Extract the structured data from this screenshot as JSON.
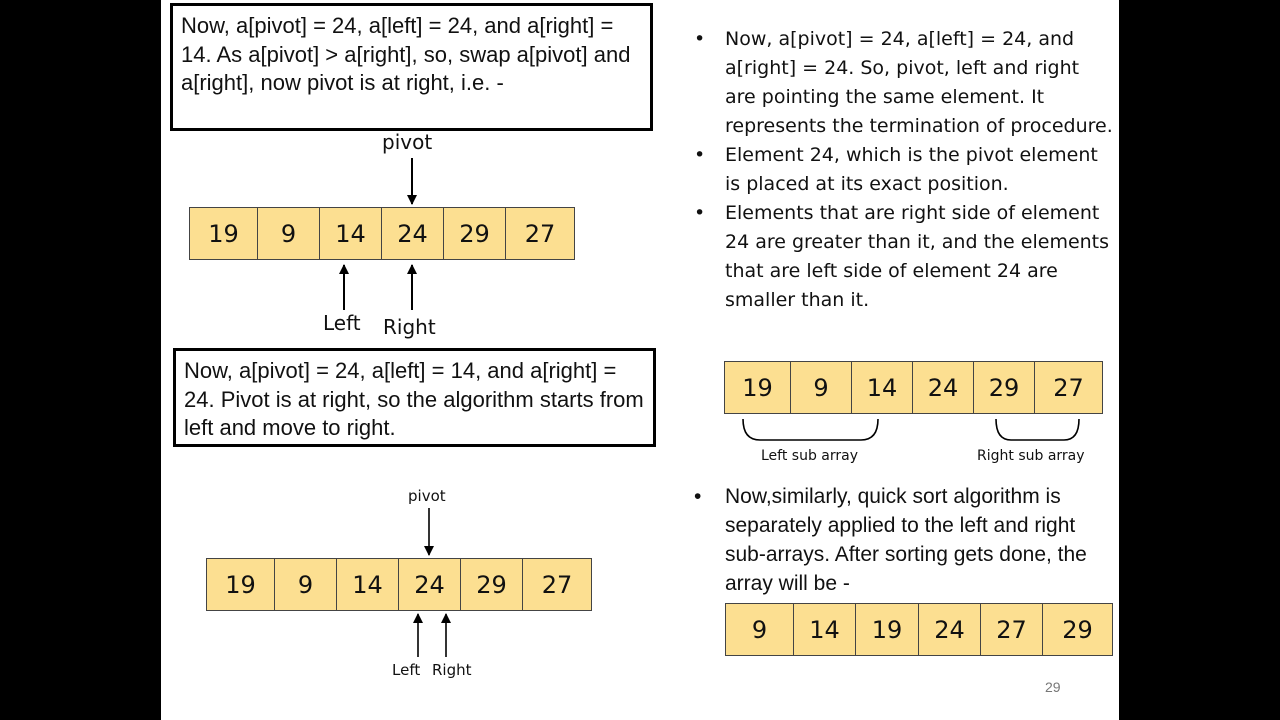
{
  "box1": "Now, a[pivot] = 24, a[left] = 24, and a[right] = 14. As a[pivot] > a[right], so, swap a[pivot] and a[right], now pivot is at right, i.e. -",
  "box2": "Now, a[pivot] = 24, a[left] = 14, and a[right] = 24. Pivot is at right, so the algorithm starts from left and move to right.",
  "diagram1": {
    "values": [
      "19",
      "9",
      "14",
      "24",
      "29",
      "27"
    ],
    "pivot_label": "pivot",
    "left_label": "Left",
    "right_label": "Right"
  },
  "diagram2": {
    "values": [
      "19",
      "9",
      "14",
      "24",
      "29",
      "27"
    ],
    "pivot_label": "pivot",
    "left_label": "Left",
    "right_label": "Right"
  },
  "bullets_top": [
    "Now, a[pivot] = 24, a[left] = 24, and a[right] = 24. So, pivot, left and right are pointing the same element. It represents the termination of procedure.",
    "Element 24, which is the pivot element is placed at its exact position.",
    "Elements that are right side of element 24 are greater than it, and the elements that are left side of element 24 are smaller than it."
  ],
  "diagram3": {
    "values": [
      "19",
      "9",
      "14",
      "24",
      "29",
      "27"
    ],
    "left_sub_label": "Left sub array",
    "right_sub_label": "Right sub array"
  },
  "bullet_bottom": "Now,similarly, quick sort algorithm is separately applied to the left and right sub-arrays. After sorting gets done, the array will be -",
  "sorted_array": [
    "9",
    "14",
    "19",
    "24",
    "27",
    "29"
  ],
  "bullet_glyph": "•",
  "page_number": "29",
  "colors": {
    "cell_fill": "#fcdf91",
    "cell_border": "#444444",
    "background": "#ffffff",
    "letterbox": "#000000"
  }
}
